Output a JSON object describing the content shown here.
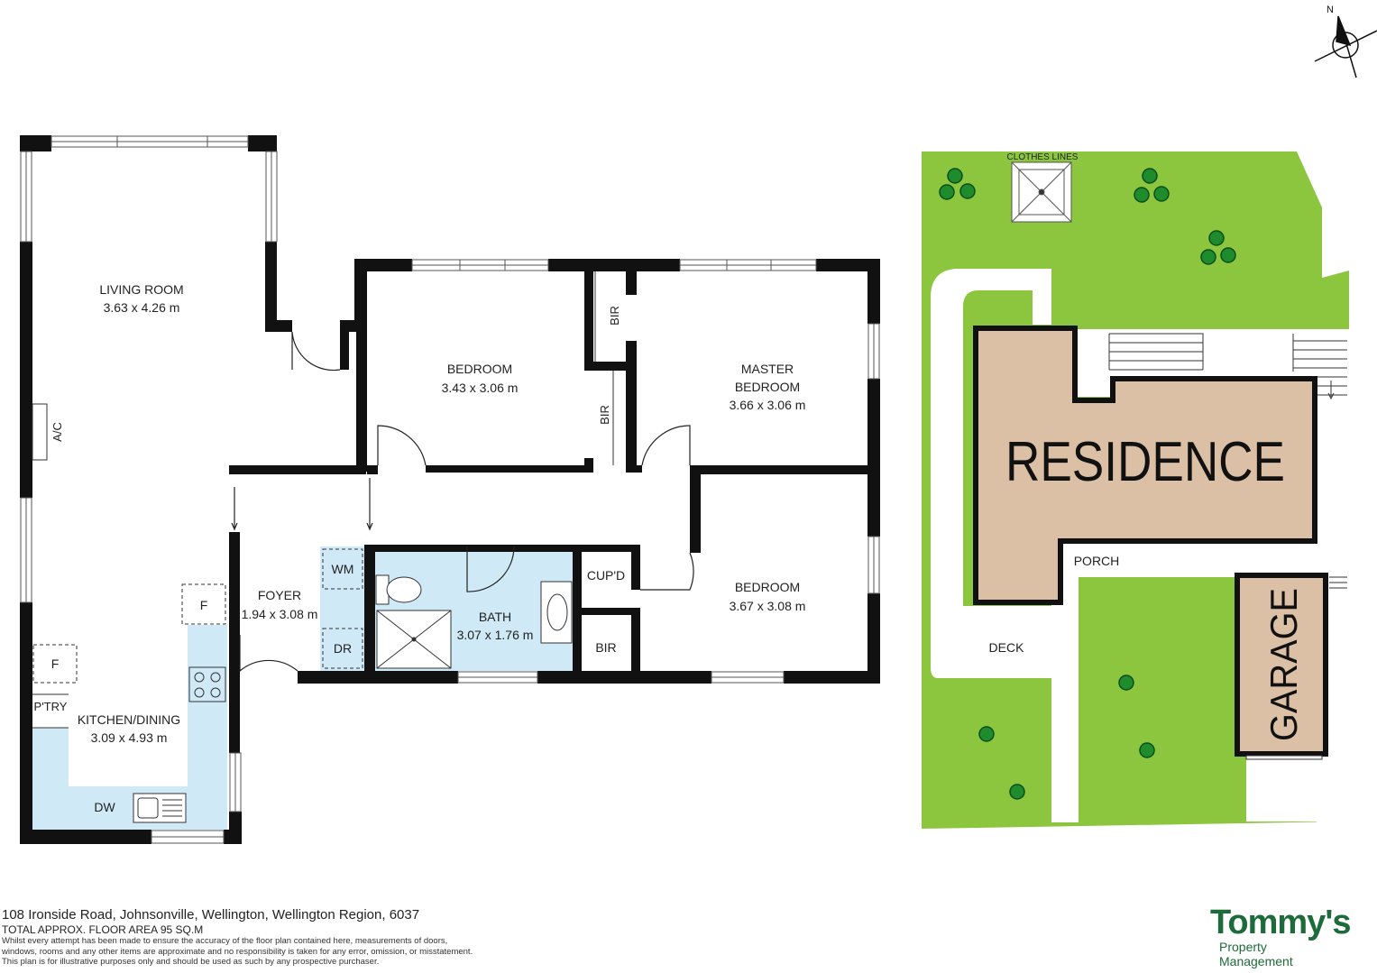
{
  "compass": {
    "label": "N"
  },
  "rooms": {
    "living": {
      "name": "LIVING ROOM",
      "dims": "3.63 x 4.26 m"
    },
    "bedroom1": {
      "name": "BEDROOM",
      "dims": "3.43 x 3.06 m"
    },
    "master": {
      "name1": "MASTER",
      "name2": "BEDROOM",
      "dims": "3.66 x 3.06 m"
    },
    "bedroom3": {
      "name": "BEDROOM",
      "dims": "3.67 x 3.08 m"
    },
    "foyer": {
      "name": "FOYER",
      "dims": "1.94 x 3.08 m"
    },
    "bath": {
      "name": "BATH",
      "dims": "3.07 x 1.76 m"
    },
    "kitchen": {
      "name": "KITCHEN/DINING",
      "dims": "3.09 x 4.93 m"
    }
  },
  "fixtures": {
    "ac": "A/C",
    "bir1": "BIR",
    "bir2": "BIR",
    "bir3": "BIR",
    "cupd": "CUP'D",
    "wm": "WM",
    "dr": "DR",
    "fridge1": "F",
    "fridge2": "F",
    "pantry": "P'TRY",
    "dw": "DW"
  },
  "site": {
    "clothes_lines": "CLOTHES LINES",
    "residence": "RESIDENCE",
    "porch": "PORCH",
    "deck": "DECK",
    "garage": "GARAGE"
  },
  "footer": {
    "address": "108 Ironside Road, Johnsonville, Wellington, Wellington Region, 6037",
    "area": "TOTAL APPROX. FLOOR AREA 95 SQ.M",
    "disclaimer1": "Whilst every attempt has been made to ensure the accuracy of the floor plan contained here, measurements of doors,",
    "disclaimer2": "windows, rooms and any other items are approximate and no responsibility is taken for any error, omission, or misstatement.",
    "disclaimer3": "This plan is for illustrative purposes only and should be used as such by any prospective purchaser."
  },
  "logo": {
    "main": "Tommy's",
    "sub1": "Property",
    "sub2": "Management"
  },
  "colors": {
    "wet_area": "#cfe9f7",
    "lawn": "#8cc63f",
    "residence": "#dcc0a5",
    "path": "#ffffff",
    "wall": "#111111",
    "tree": "#1e8c2c",
    "logo": "#1d6b3a"
  }
}
